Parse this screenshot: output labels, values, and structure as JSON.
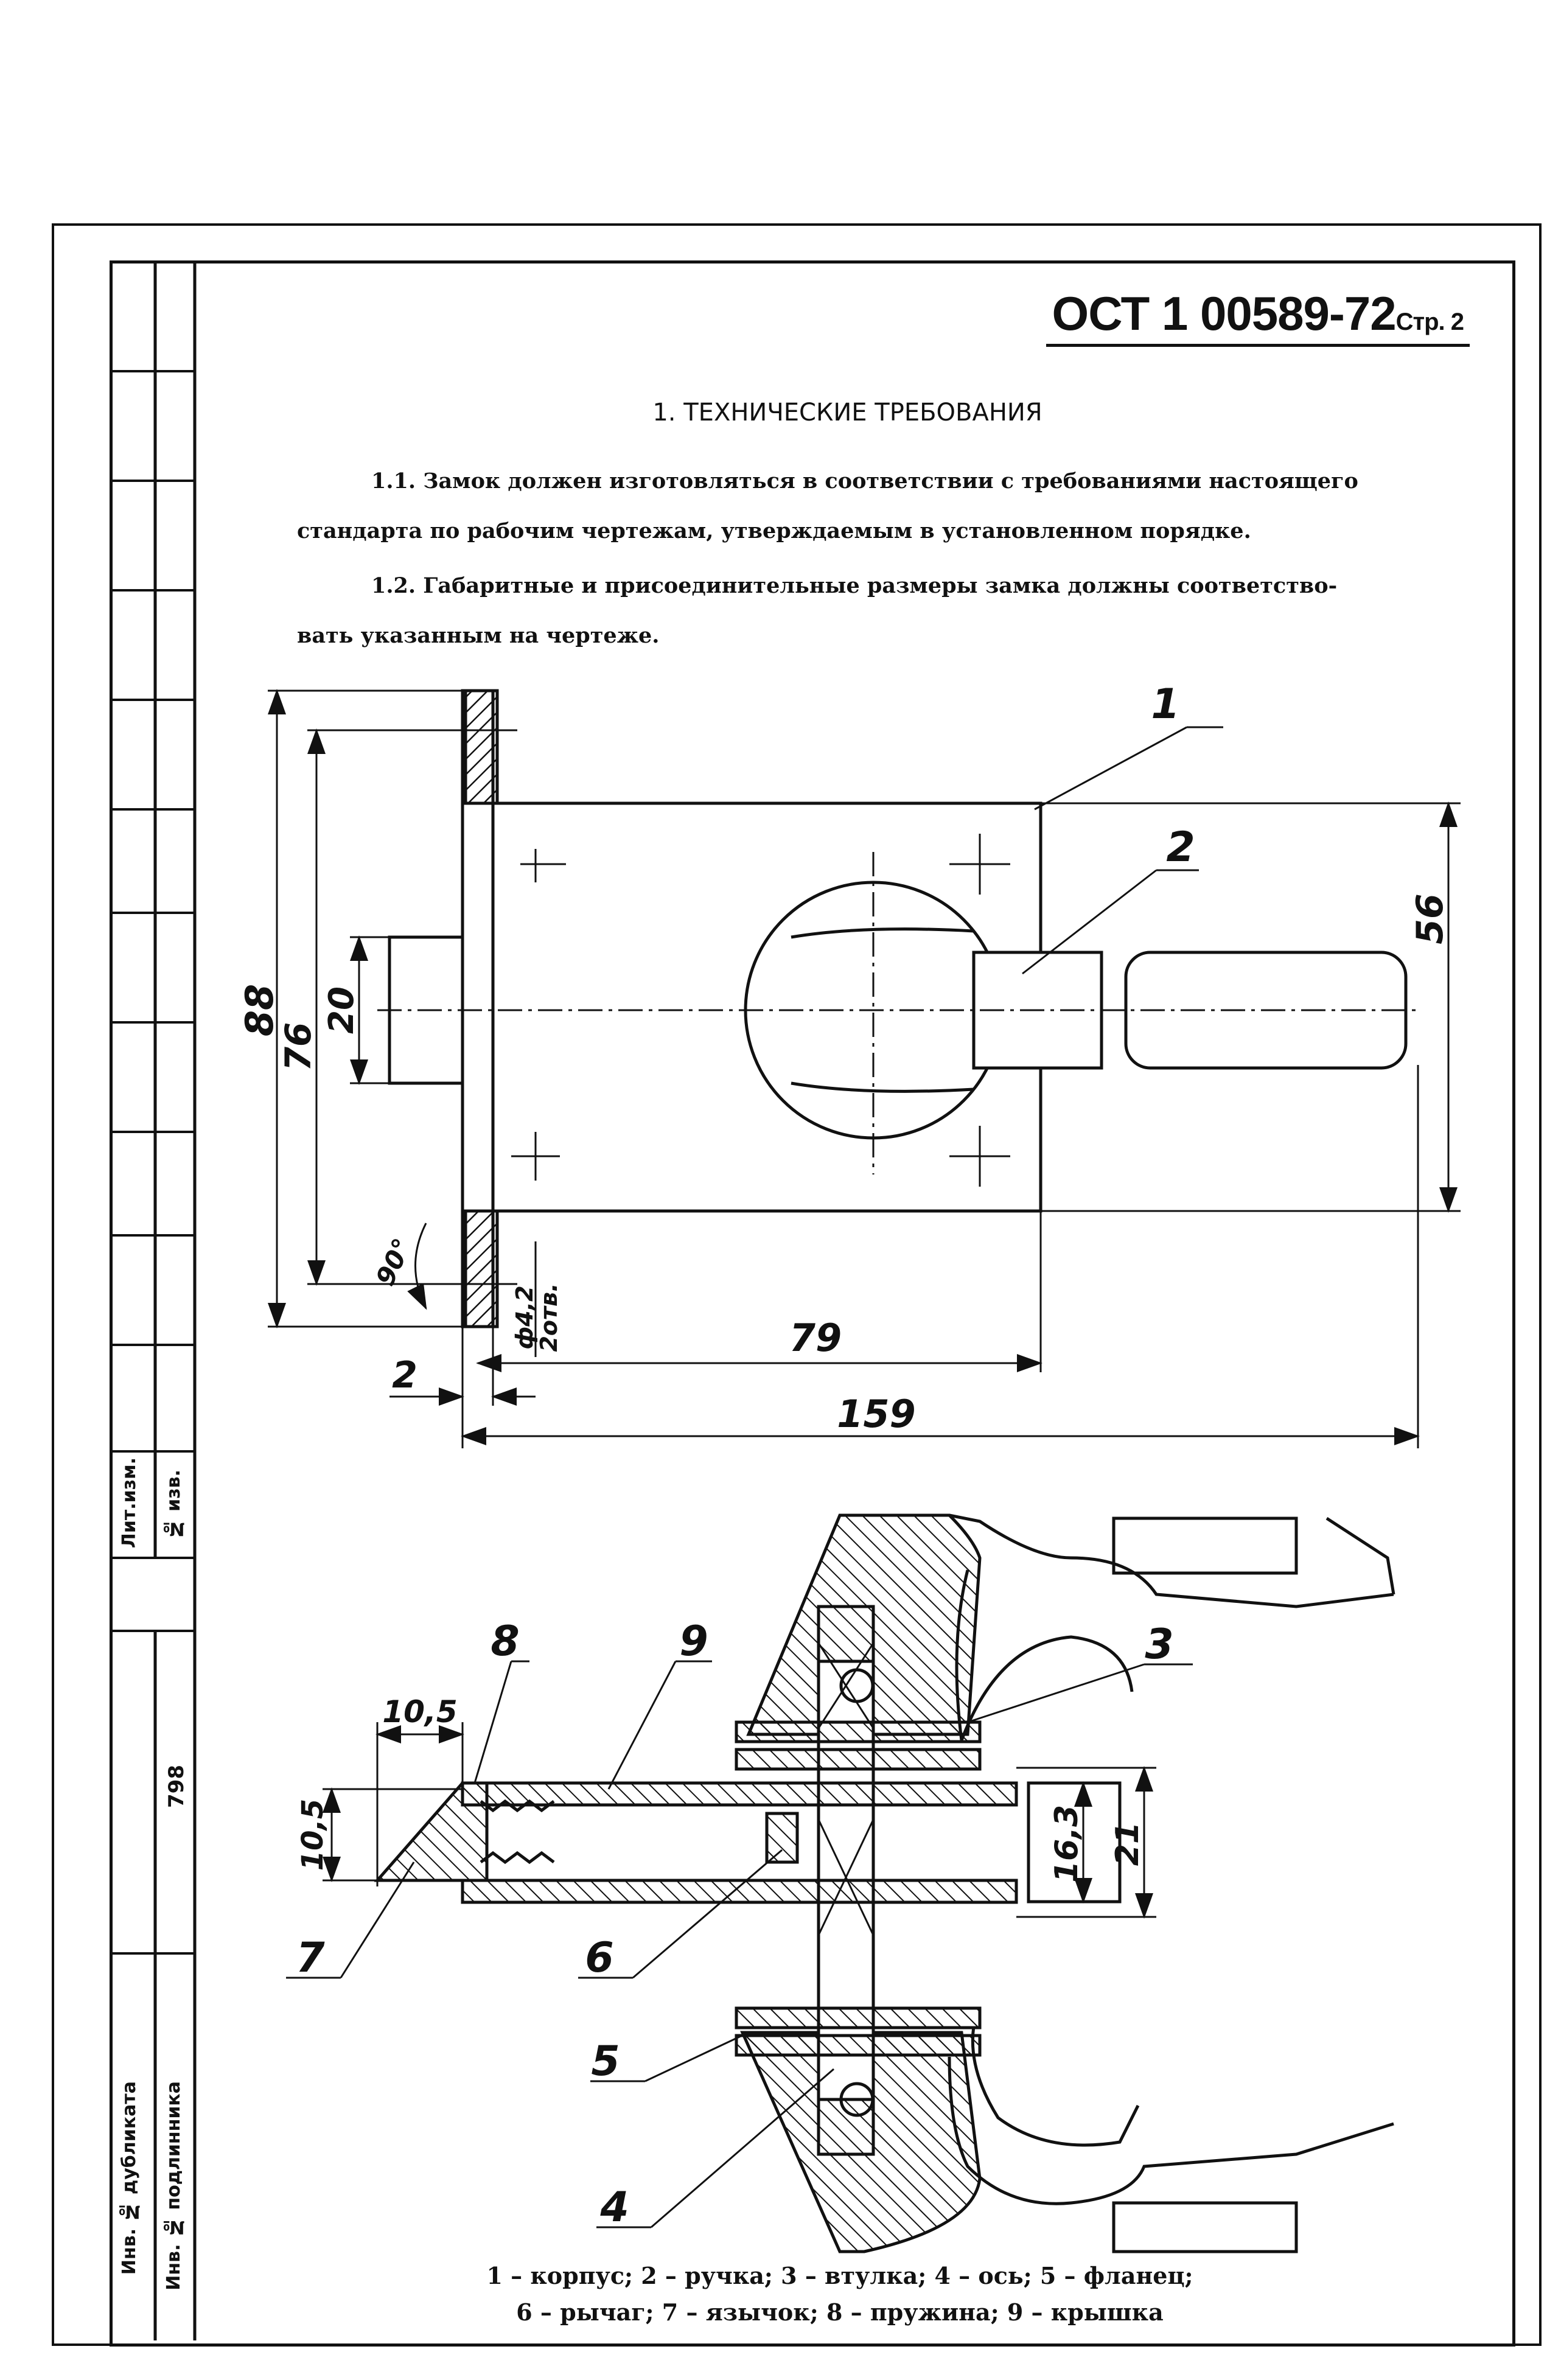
{
  "header": {
    "doc_number": "ОСТ 1 00589-72",
    "page_label": "Стр. 2"
  },
  "section": {
    "title": "1. ТЕХНИЧЕСКИЕ ТРЕБОВАНИЯ",
    "p1_line1": "1.1. Замок должен изготовляться в соответствии с требованиями настоящего",
    "p1_line2": "стандарта по рабочим чертежам, утверждаемым в установленном порядке.",
    "p2_line1": "1.2. Габаритные и присоединительные размеры замка должны соответство-",
    "p2_line2": "вать указанным на чертеже."
  },
  "drawing_top": {
    "dims": {
      "d88": "88",
      "d76": "76",
      "d20": "20",
      "d56": "56",
      "d79": "79",
      "d159": "159",
      "d2": "2",
      "angle": "90°",
      "hole_dia": "ф4,2",
      "hole_count": "2отв."
    },
    "callouts": {
      "c1": "1",
      "c2": "2"
    }
  },
  "drawing_bottom": {
    "dims": {
      "d10_5_top": "10,5",
      "d10_5_side": "10,5",
      "d16_3": "16,3",
      "d21": "21"
    },
    "callouts": {
      "c3": "3",
      "c4": "4",
      "c5": "5",
      "c6": "6",
      "c7": "7",
      "c8": "8",
      "c9": "9"
    }
  },
  "legend": {
    "line1": "1 – корпус; 2 – ручка; 3 – втулка; 4 – ось; 5 – фланец;",
    "line2": "6 – рычаг; 7 – язычок; 8 – пружина; 9 – крышка"
  },
  "stamp": {
    "lit_izm": "Лит.изм.",
    "n_izv": "№ изв.",
    "inv_dubl": "Инв. № дубликата",
    "inv_podl": "Инв. № подлинника",
    "inv_number": "798"
  }
}
